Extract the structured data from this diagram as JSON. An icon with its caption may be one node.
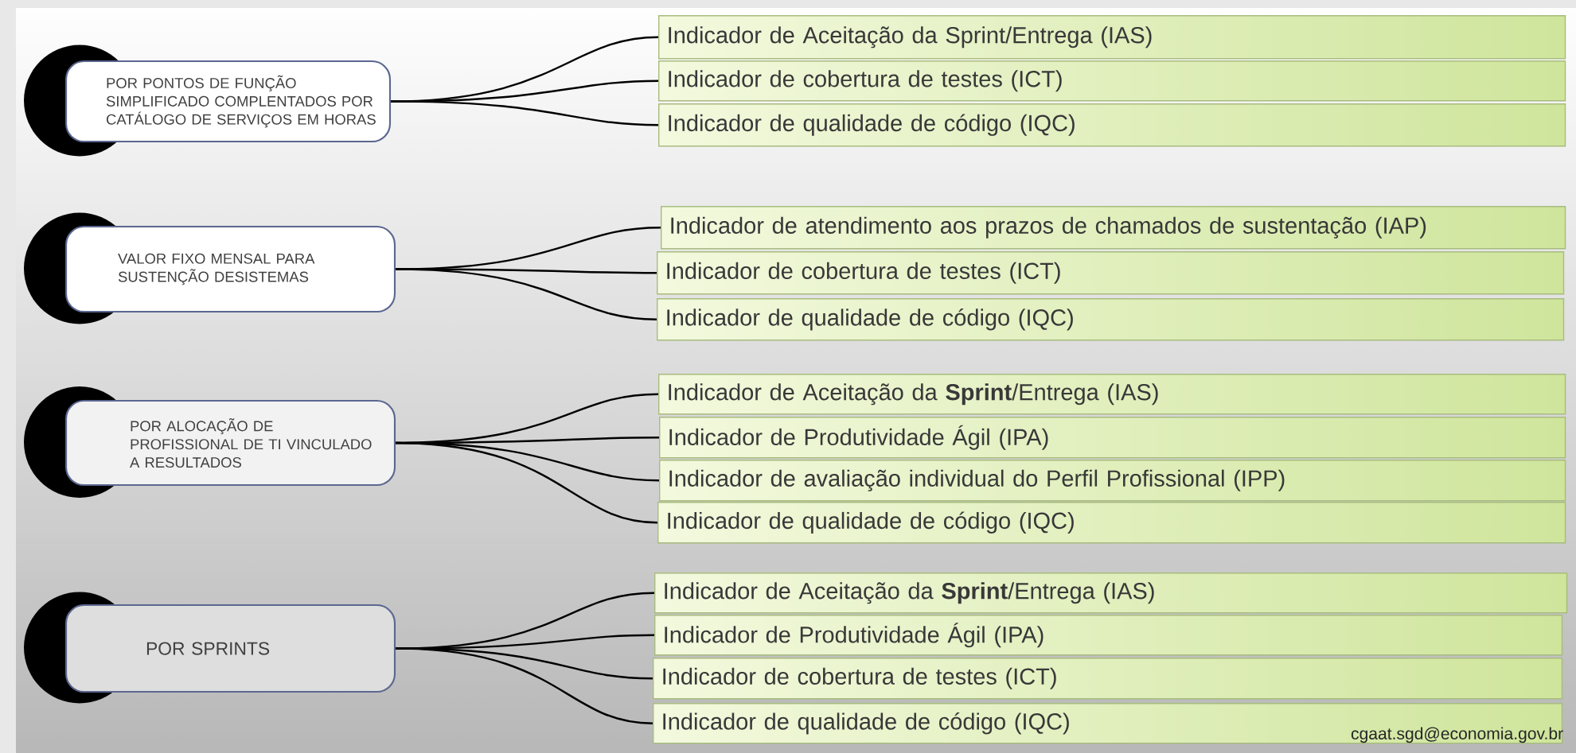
{
  "diagram": {
    "nodes": [
      {
        "text": [
          "POR PONTOS DE FUNÇÃO SIMPLIFICADO COMPLENTADOS POR CATÁLOGO DE SERVIÇOS EM HORAS"
        ]
      },
      {
        "text": [
          "Indicador de Aceitação da Sprint/Entrega (IAS)"
        ]
      },
      {
        "text": [
          "Indicador de cobertura de testes (ICT)"
        ]
      },
      {
        "text": [
          "Indicador de qualidade de código (IQC)"
        ]
      },
      {
        "text": [
          "VALOR FIXO MENSAL PARA SUSTENÇÃO DESISTEMAS"
        ]
      },
      {
        "text": [
          "Indicador de atendimento aos prazos de chamados de sustentação (IAP)"
        ]
      },
      {
        "text": [
          "Indicador de cobertura de testes (ICT)"
        ]
      },
      {
        "text": [
          "Indicador de qualidade de código (IQC)"
        ]
      },
      {
        "text": [
          "POR ALOCAÇÃO DE PROFISSIONAL DE TI VINCULADO A RESULTADOS"
        ]
      },
      {
        "text": [
          "Indicador de Aceitação da **Sprint**/Entrega (IAS)"
        ]
      },
      {
        "text": [
          "Indicador de Produtividade Ágil (IPA)"
        ]
      },
      {
        "text": [
          "Indicador de avaliação individual do Perfil Profissional (IPP)"
        ]
      },
      {
        "text": [
          "Indicador de qualidade de código (IQC)"
        ]
      },
      {
        "text": [
          "POR SPRINTS"
        ]
      },
      {
        "text": [
          "Indicador de Aceitação da **Sprint**/Entrega (IAS)"
        ]
      },
      {
        "text": [
          "Indicador de Produtividade Ágil (IPA)"
        ]
      },
      {
        "text": [
          "Indicador de cobertura de testes (ICT)"
        ]
      },
      {
        "text": [
          "Indicador de qualidade de código (IQC)"
        ]
      }
    ],
    "edges": [
      {
        "from": 0,
        "to": 1,
        "arrow": "none"
      },
      {
        "from": 0,
        "to": 2,
        "arrow": "none"
      },
      {
        "from": 0,
        "to": 3,
        "arrow": "none"
      },
      {
        "from": 4,
        "to": 5,
        "arrow": "none"
      },
      {
        "from": 4,
        "to": 6,
        "arrow": "none"
      },
      {
        "from": 4,
        "to": 7,
        "arrow": "none"
      },
      {
        "from": 8,
        "to": 9,
        "arrow": "none"
      },
      {
        "from": 8,
        "to": 10,
        "arrow": "none"
      },
      {
        "from": 8,
        "to": 11,
        "arrow": "none"
      },
      {
        "from": 8,
        "to": 12,
        "arrow": "none"
      },
      {
        "from": 13,
        "to": 14,
        "arrow": "none"
      },
      {
        "from": 13,
        "to": 15,
        "arrow": "none"
      },
      {
        "from": 13,
        "to": 16,
        "arrow": "none"
      },
      {
        "from": 13,
        "to": 17,
        "arrow": "none"
      }
    ],
    "labels": [
      "cgaat.sgd@economia.gov.br"
    ]
  }
}
